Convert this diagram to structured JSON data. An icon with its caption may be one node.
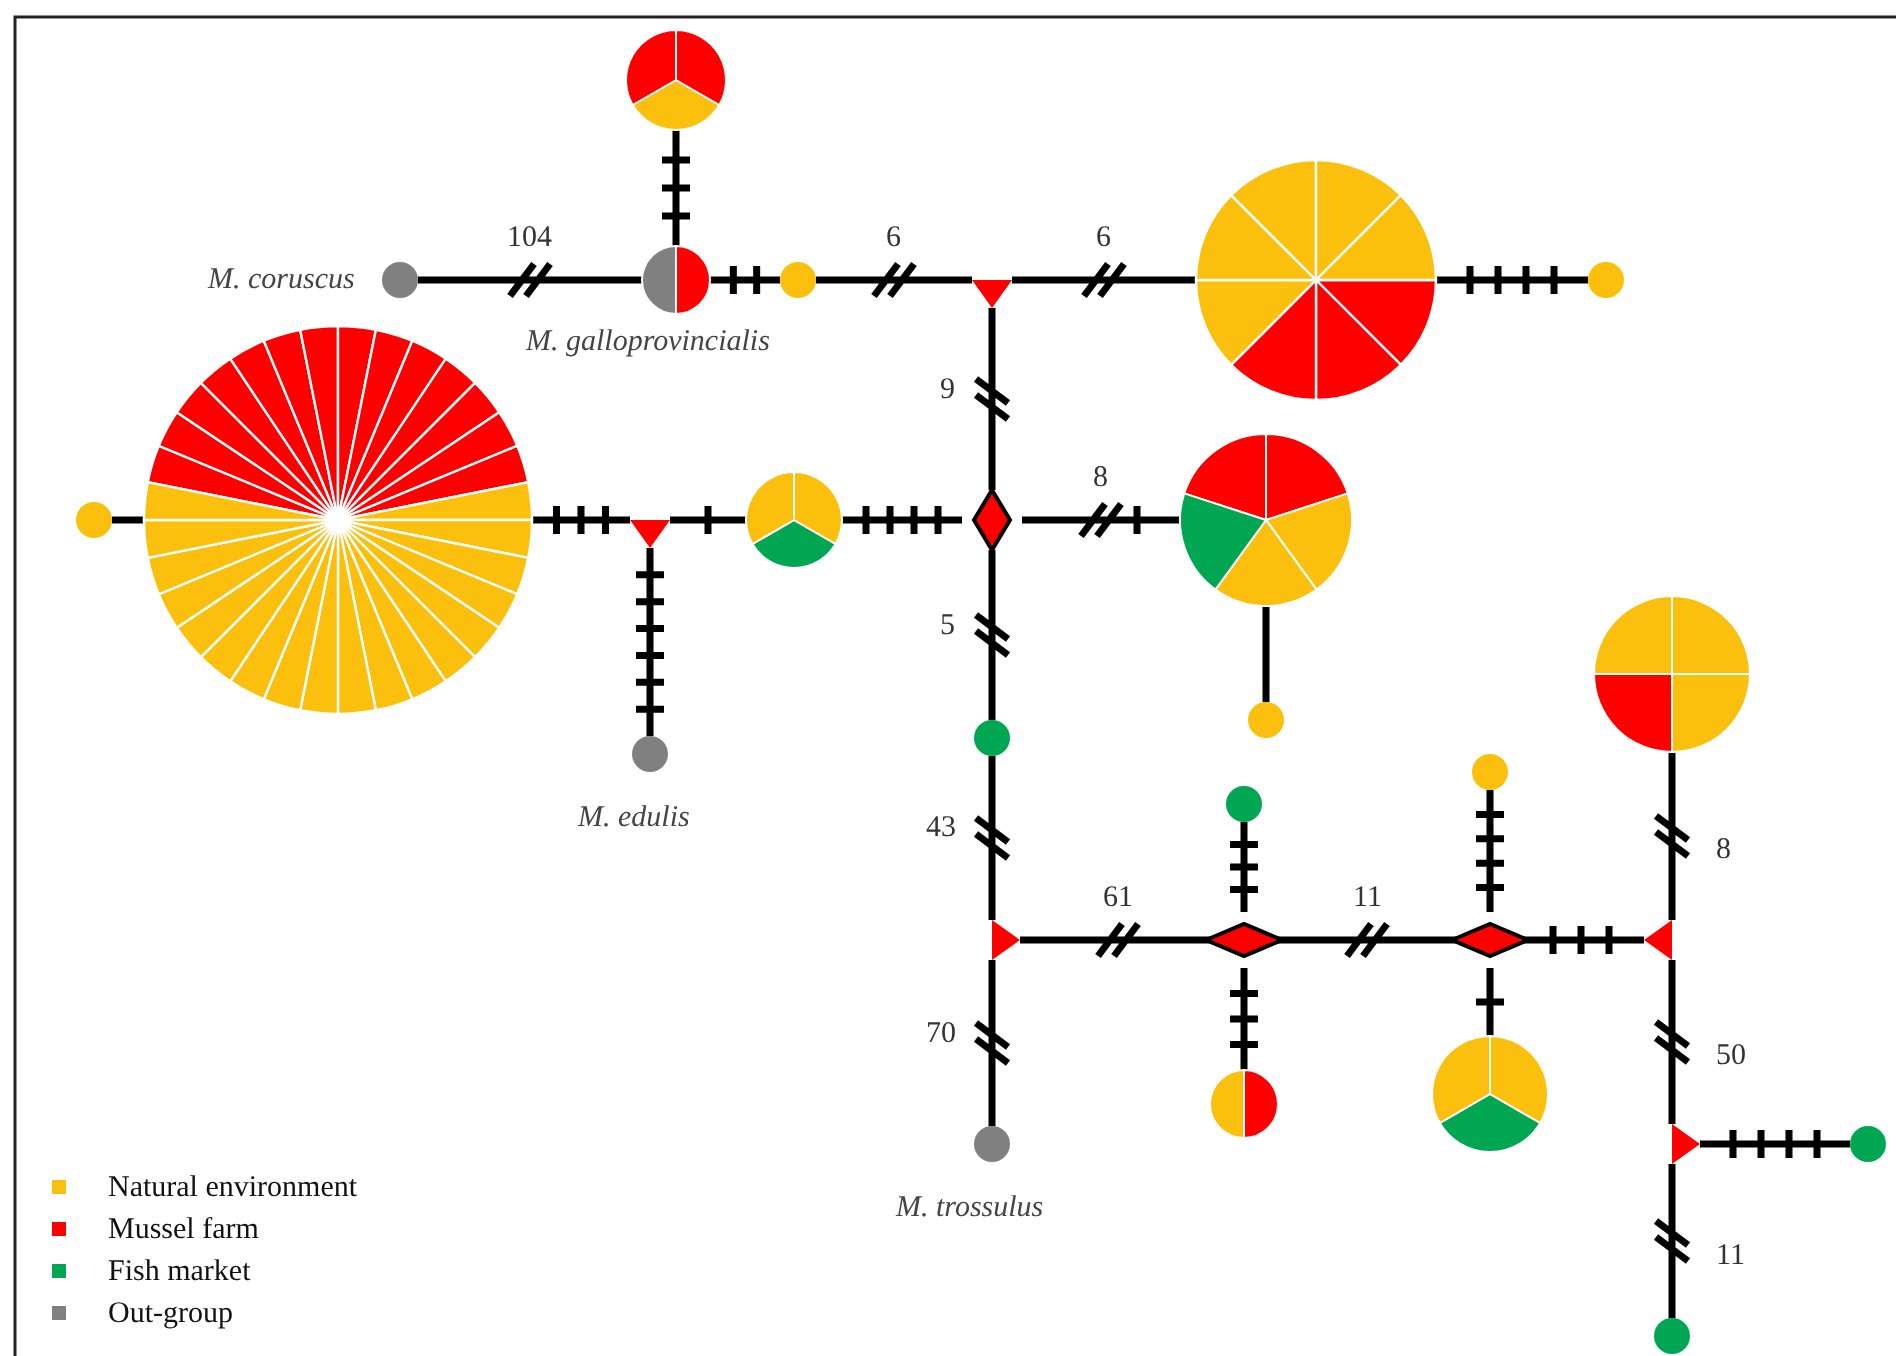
{
  "diagram": {
    "nodes": [
      {
        "text": [],
        "shape": "circle",
        "beside": [
          "M. coruscus"
        ]
      },
      {
        "text": [],
        "shape": "circle",
        "beside": [
          "M. galloprovincialis"
        ]
      },
      {
        "text": [],
        "shape": "circle"
      },
      {
        "text": [],
        "shape": "circle"
      },
      {
        "text": [],
        "shape": "triangle"
      },
      {
        "text": [],
        "shape": "circle"
      },
      {
        "text": [],
        "shape": "circle"
      },
      {
        "text": [],
        "shape": "diamond"
      },
      {
        "text": [],
        "shape": "circle"
      },
      {
        "text": [],
        "shape": "circle"
      },
      {
        "text": [],
        "shape": "circle"
      },
      {
        "text": [],
        "shape": "triangle"
      },
      {
        "text": [],
        "shape": "circle"
      },
      {
        "text": [],
        "shape": "circle"
      },
      {
        "text": [],
        "shape": "circle",
        "beside": [
          "M. edulis"
        ]
      },
      {
        "text": [],
        "shape": "circle"
      },
      {
        "text": [],
        "shape": "triangle"
      },
      {
        "text": [],
        "shape": "circle",
        "beside": [
          "M. trossulus"
        ]
      },
      {
        "text": [],
        "shape": "diamond"
      },
      {
        "text": [],
        "shape": "circle"
      },
      {
        "text": [],
        "shape": "circle"
      },
      {
        "text": [],
        "shape": "diamond"
      },
      {
        "text": [],
        "shape": "circle"
      },
      {
        "text": [],
        "shape": "circle"
      },
      {
        "text": [],
        "shape": "triangle"
      },
      {
        "text": [],
        "shape": "circle"
      },
      {
        "text": [],
        "shape": "triangle"
      },
      {
        "text": [],
        "shape": "circle"
      },
      {
        "text": [],
        "shape": "circle"
      }
    ],
    "edges": [
      {
        "from": 0,
        "to": 1,
        "arrow": "none",
        "label": "104"
      },
      {
        "from": 1,
        "to": 2,
        "arrow": "none"
      },
      {
        "from": 1,
        "to": 3,
        "arrow": "none"
      },
      {
        "from": 3,
        "to": 4,
        "arrow": "none",
        "label": "6"
      },
      {
        "from": 4,
        "to": 5,
        "arrow": "none",
        "label": "6"
      },
      {
        "from": 5,
        "to": 6,
        "arrow": "none"
      },
      {
        "from": 4,
        "to": 7,
        "arrow": "none",
        "label": "9"
      },
      {
        "from": 7,
        "to": 8,
        "arrow": "none",
        "label": "8"
      },
      {
        "from": 8,
        "to": 9,
        "arrow": "none"
      },
      {
        "from": 7,
        "to": 10,
        "arrow": "none"
      },
      {
        "from": 10,
        "to": 11,
        "arrow": "none"
      },
      {
        "from": 11,
        "to": 12,
        "arrow": "none"
      },
      {
        "from": 11,
        "to": 14,
        "arrow": "none"
      },
      {
        "from": 12,
        "to": 13,
        "arrow": "none"
      },
      {
        "from": 7,
        "to": 15,
        "arrow": "none",
        "label": "5"
      },
      {
        "from": 15,
        "to": 16,
        "arrow": "none",
        "label": "43"
      },
      {
        "from": 16,
        "to": 17,
        "arrow": "none",
        "label": "70"
      },
      {
        "from": 16,
        "to": 18,
        "arrow": "none",
        "label": "61"
      },
      {
        "from": 18,
        "to": 19,
        "arrow": "none"
      },
      {
        "from": 18,
        "to": 20,
        "arrow": "none"
      },
      {
        "from": 18,
        "to": 21,
        "arrow": "none",
        "label": "11"
      },
      {
        "from": 21,
        "to": 22,
        "arrow": "none"
      },
      {
        "from": 21,
        "to": 23,
        "arrow": "none"
      },
      {
        "from": 21,
        "to": 24,
        "arrow": "none"
      },
      {
        "from": 24,
        "to": 25,
        "arrow": "none",
        "label": "8"
      },
      {
        "from": 24,
        "to": 26,
        "arrow": "none",
        "label": "50"
      },
      {
        "from": 26,
        "to": 27,
        "arrow": "none"
      },
      {
        "from": 26,
        "to": 28,
        "arrow": "none",
        "label": "11"
      }
    ],
    "legend": [
      {
        "text": "Natural environment",
        "color": "#fbbf0d"
      },
      {
        "text": "Mussel farm",
        "color": "#ff0000"
      },
      {
        "text": "Fish market",
        "color": "#00a651"
      },
      {
        "text": "Out-group",
        "color": "#808080"
      }
    ]
  }
}
